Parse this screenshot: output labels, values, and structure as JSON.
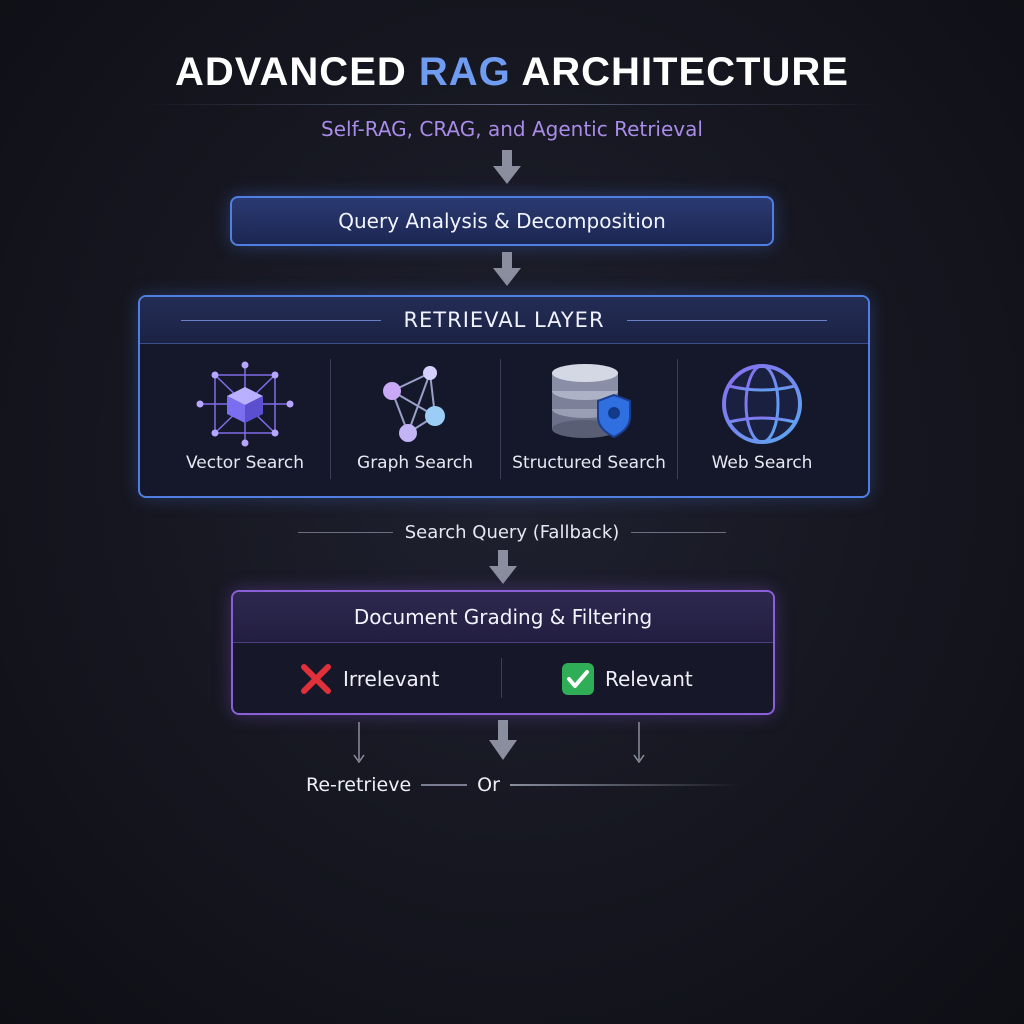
{
  "header": {
    "title_pre": "ADVANCED ",
    "title_accent": "RAG",
    "title_post": " ARCHITECTURE",
    "subtitle": "Self-RAG, CRAG, and Agentic Retrieval"
  },
  "query_box": {
    "label": "Query Analysis & Decomposition"
  },
  "retrieval_layer": {
    "title": "RETRIEVAL LAYER",
    "items": [
      {
        "label": "Vector Search",
        "icon": "vector-cube-icon"
      },
      {
        "label": "Graph Search",
        "icon": "graph-nodes-icon"
      },
      {
        "label": "Structured Search",
        "icon": "database-shield-icon"
      },
      {
        "label": "Web Search",
        "icon": "globe-icon"
      }
    ]
  },
  "fallback": {
    "label": "Search Query (Fallback)"
  },
  "grading_box": {
    "title": "Document Grading & Filtering",
    "irrelevant": "Irrelevant",
    "relevant": "Relevant"
  },
  "bottom": {
    "re_retrieve": "Re-retrieve",
    "or": "Or"
  },
  "colors": {
    "accent_blue": "#4f7fe0",
    "accent_purple": "#8a5fd8",
    "title_accent": "#6f9cf0",
    "subtitle": "#a98be8",
    "irrelevant_red": "#e0303a",
    "relevant_green": "#2fae57"
  }
}
